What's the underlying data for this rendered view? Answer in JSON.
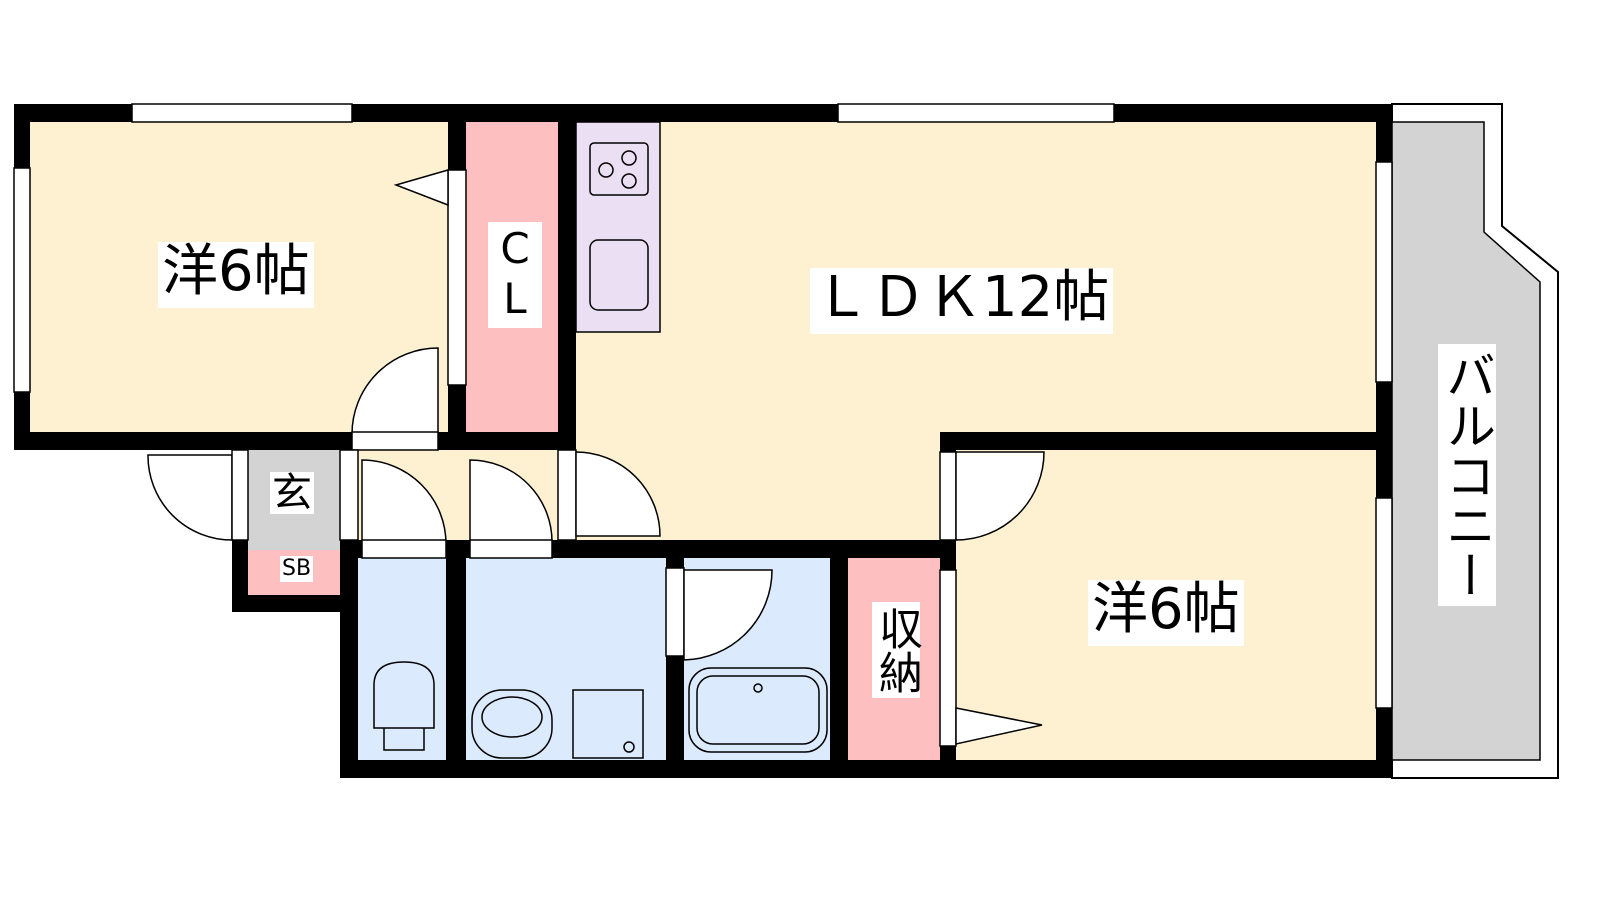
{
  "floorplan": {
    "rooms": {
      "western_room_1": "洋6帖",
      "closet": "C L",
      "ldk": "ＬＤＫ12帖",
      "entrance": "玄",
      "shoe_box": "SB",
      "storage": "収納",
      "western_room_2": "洋6帖",
      "balcony": "バルコニー"
    },
    "colors": {
      "room": "#fdf1d1",
      "closet": "#fdbfbf",
      "kitchen": "#ebdff3",
      "wet_area": "#dbeafd",
      "entrance": "#d3d3d3",
      "balcony": "#d3d3d3",
      "wall": "#000000"
    }
  }
}
